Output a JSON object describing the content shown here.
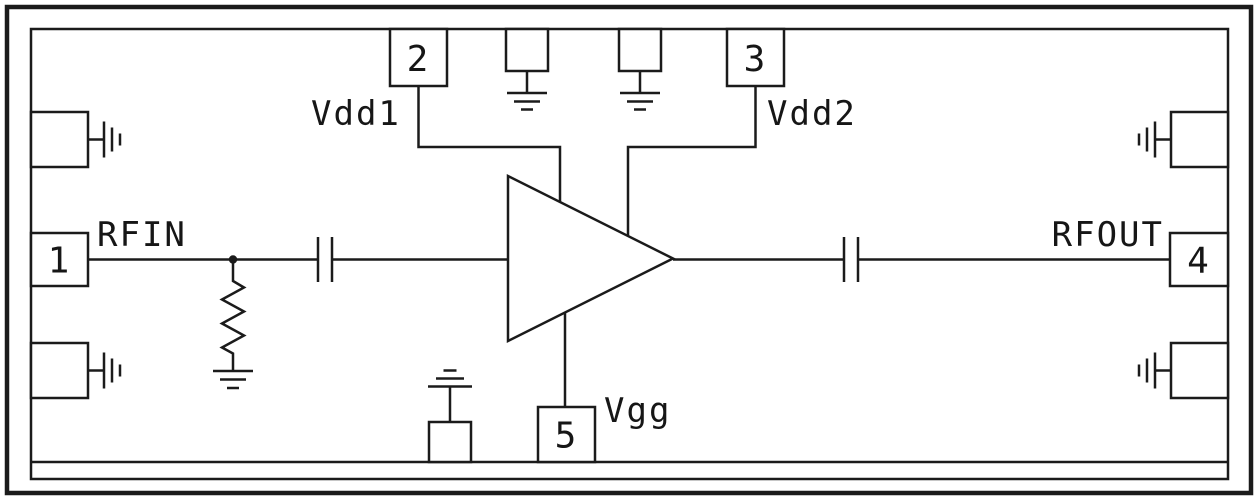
{
  "meta": {
    "description": "RF amplifier MMIC application schematic with numbered bond pads",
    "background_color": "#ffffff",
    "line_color": "#1b1b1b"
  },
  "pins": {
    "pin1": {
      "number": "1",
      "signal": "RFIN"
    },
    "pin2": {
      "number": "2",
      "signal": "Vdd1"
    },
    "pin3": {
      "number": "3",
      "signal": "Vdd2"
    },
    "pin4": {
      "number": "4",
      "signal": "RFOUT"
    },
    "pin5": {
      "number": "5",
      "signal": "Vgg"
    }
  },
  "labels": {
    "rfin": "RFIN",
    "rfout": "RFOUT",
    "vdd1": "Vdd1",
    "vdd2": "Vdd2",
    "vgg": "Vgg"
  },
  "symbols": {
    "amplifier": "amplifier-triangle",
    "input_capacitor": "dc-block-capacitor",
    "output_capacitor": "dc-block-capacitor",
    "input_shunt": "resistor-to-ground",
    "ground_symbol": "ground-icon",
    "bond_pad": "bond-pad-square"
  }
}
